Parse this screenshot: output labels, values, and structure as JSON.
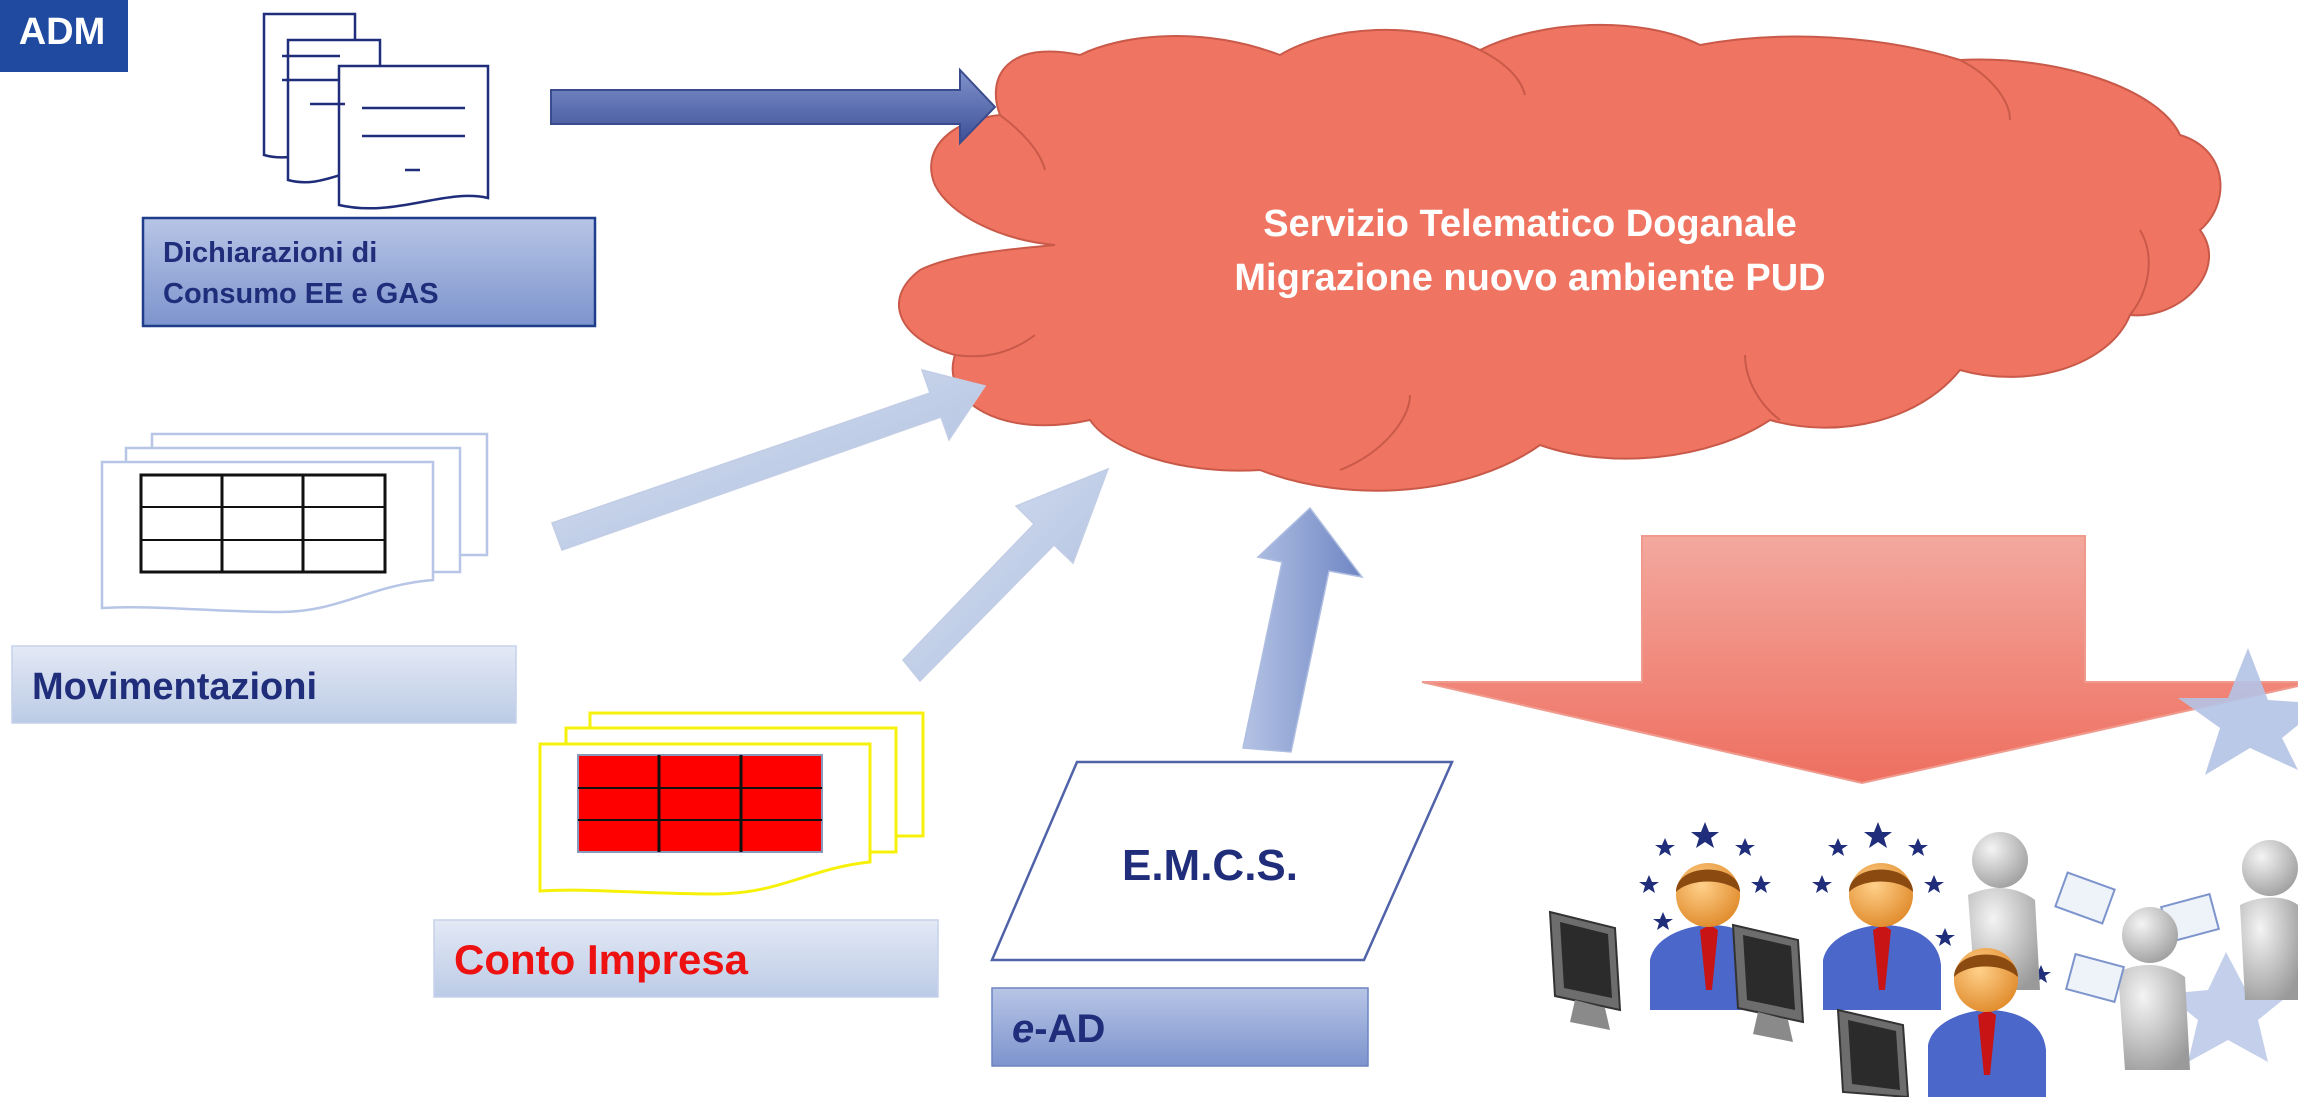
{
  "logo": {
    "text": "ADM"
  },
  "cloud": {
    "line1": "Servizio Telematico Doganale",
    "line2": "Migrazione nuovo ambiente PUD"
  },
  "sources": {
    "dichiarazioni": {
      "line1": "Dichiarazioni di",
      "line2": "Consumo EE e GAS"
    },
    "movimentazioni": {
      "label": "Movimentazioni"
    },
    "conto_impresa": {
      "label": "Conto Impresa"
    },
    "emcs": {
      "label": "E.M.C.S.",
      "sub_prefix": "e",
      "sub_suffix": "-AD"
    }
  },
  "colors": {
    "logo_bg": "#1f4aa0",
    "cloud_fill": "#ef7461",
    "cloud_stroke": "#c95a4a",
    "navy_text": "#1f2d7a",
    "red_text": "#ee1111",
    "label_box_light": "#c9d5ea",
    "label_box_mid": "#8ea3d3",
    "arrow_dark": "#5063a8",
    "arrow_light": "#c6d2e8",
    "down_arrow": "#f08d80",
    "table_red": "#ff0000",
    "doc_yellow": "#f7f10a"
  },
  "icons": [
    "documents-icon",
    "table-document-icon",
    "red-table-document-icon",
    "users-computers-icon",
    "star-icon",
    "cloud-shape",
    "down-arrow"
  ]
}
